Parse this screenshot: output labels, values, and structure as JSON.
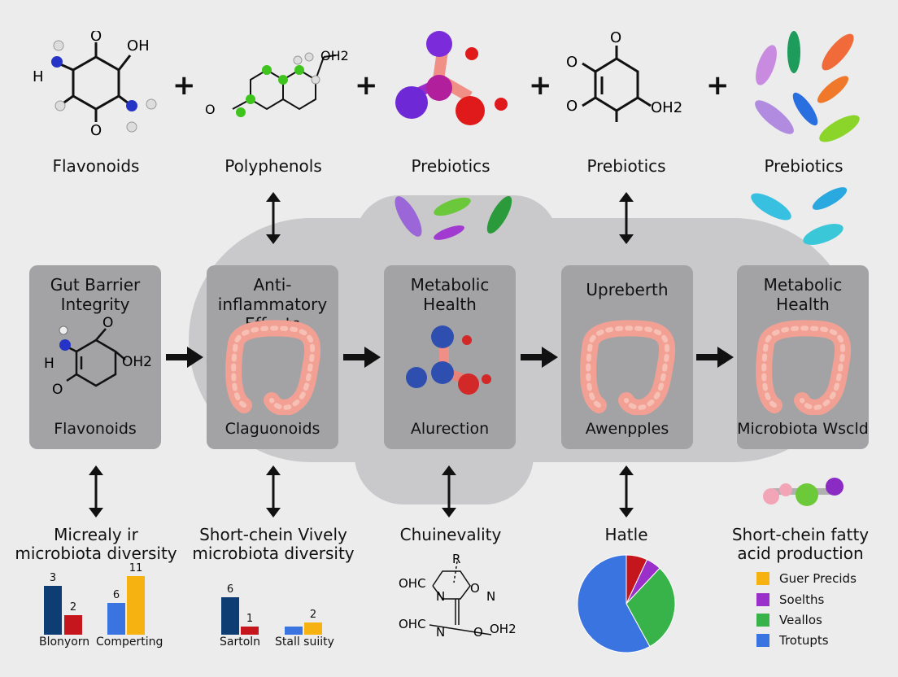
{
  "colors": {
    "background": "#ececec",
    "panel": "#a3a3a5",
    "blob": "#c9c9cb",
    "navy": "#0e3d73",
    "red": "#c4161c",
    "blue": "#3a74e0",
    "orange": "#f5b211",
    "green": "#37b34a",
    "purple": "#9b2fc9"
  },
  "top_row": {
    "plus_sign": "+",
    "items": [
      {
        "label": "Flavonoids",
        "icon": "molecule-icon"
      },
      {
        "label": "Polyphenols",
        "icon": "molecule-icon"
      },
      {
        "label": "Prebiotics",
        "icon": "molecule-3d-icon"
      },
      {
        "label": "Prebiotics",
        "icon": "molecule-icon"
      },
      {
        "label": "Prebiotics",
        "icon": "bacteria-icon"
      }
    ]
  },
  "molecule_text": {
    "oh": "OH",
    "oh2": "OH2",
    "o": "O",
    "h": "H",
    "ohc": "OHC",
    "n": "N",
    "r": "R"
  },
  "boxes": [
    {
      "title": [
        "Gut Barrier",
        "Integrity"
      ],
      "footer": "Flavonoids",
      "art": "molecule-icon"
    },
    {
      "title": [
        "Anti-inflammatory",
        "Effects"
      ],
      "footer": "Claguonoids",
      "art": "intestine-icon"
    },
    {
      "title": [
        "Metabolic",
        "Health"
      ],
      "footer": "Alurection",
      "art": "molecule-3d-icon"
    },
    {
      "title": [
        "Upreberth",
        ""
      ],
      "footer": "Awenpples",
      "art": "intestine-icon"
    },
    {
      "title": [
        "Metabolic",
        "Health"
      ],
      "footer": "Microbiota Wscld",
      "art": "intestine-icon"
    }
  ],
  "bottom": [
    {
      "label": [
        "Micrealy ir",
        "microbiota diversity"
      ]
    },
    {
      "label": [
        "Short-chein Vively",
        "microbiota diversity"
      ]
    },
    {
      "label": [
        "Chuinevality"
      ]
    },
    {
      "label": [
        "Hatle"
      ]
    },
    {
      "label": [
        "Short-chein fatty",
        "acid production"
      ]
    }
  ],
  "chart_data": [
    {
      "type": "bar",
      "categories": [
        "Blonyorn",
        "Comperting"
      ],
      "series": [
        {
          "values": [
            3,
            6
          ]
        },
        {
          "values": [
            2,
            11
          ]
        }
      ],
      "labels": [
        [
          "3",
          "2"
        ],
        [
          "6",
          "11"
        ]
      ]
    },
    {
      "type": "bar",
      "categories": [
        "Sartoln",
        "Stall suiity"
      ],
      "series": [
        {
          "values": [
            6,
            1
          ]
        },
        {
          "values": [
            1,
            2
          ]
        }
      ],
      "labels": [
        [
          "6",
          "1"
        ],
        [
          "",
          "2"
        ]
      ]
    },
    {
      "type": "pie",
      "values": [
        7,
        5,
        30,
        58
      ],
      "colors": [
        "#c4161c",
        "#9b2fc9",
        "#37b34a",
        "#3a74e0"
      ]
    }
  ],
  "legend": [
    {
      "label": "Guer Precids",
      "color": "#f5b211"
    },
    {
      "label": "Soelths",
      "color": "#9b2fc9"
    },
    {
      "label": "Veallos",
      "color": "#37b34a"
    },
    {
      "label": "Trotupts",
      "color": "#3a74e0"
    }
  ]
}
